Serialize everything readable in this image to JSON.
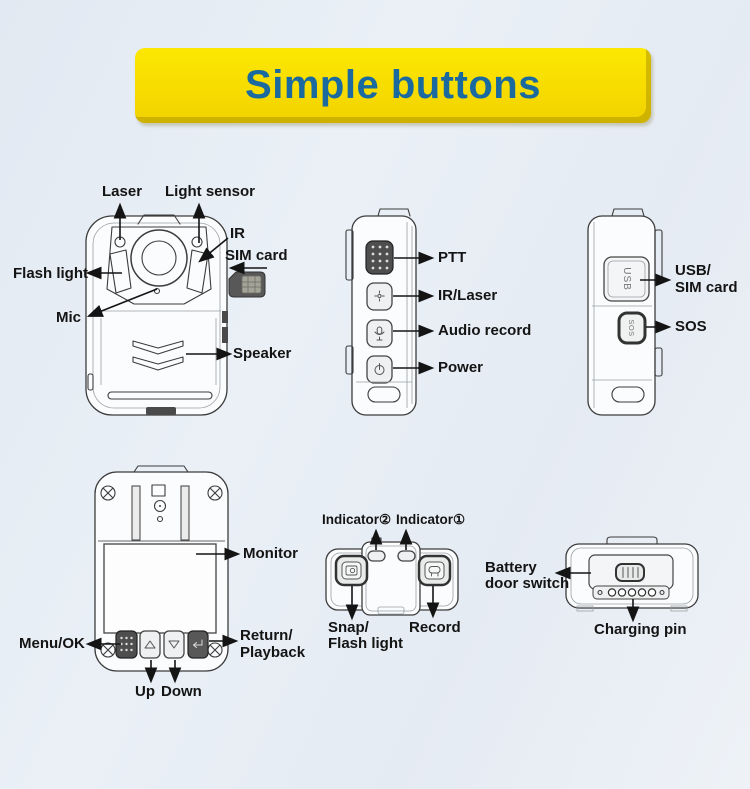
{
  "title": {
    "text": "Simple buttons"
  },
  "front_view": {
    "labels": {
      "laser": "Laser",
      "light_sensor": "Light sensor",
      "ir": "IR",
      "sim_card": "SIM card",
      "flash_light": "Flash light",
      "mic": "Mic",
      "speaker": "Speaker"
    }
  },
  "left_side_view": {
    "labels": {
      "ptt": "PTT",
      "ir_laser": "IR/Laser",
      "audio_record": "Audio record",
      "power": "Power"
    }
  },
  "right_side_view": {
    "labels": {
      "usb_sim_line1": "USB/",
      "usb_sim_line2": "SIM card",
      "sos": "SOS"
    },
    "engraving_usb": "USB",
    "engraving_sos": "SOS"
  },
  "back_view": {
    "labels": {
      "monitor": "Monitor",
      "menu_ok": "Menu/OK",
      "return_line1": "Return/",
      "return_line2": "Playback",
      "up": "Up",
      "down": "Down"
    }
  },
  "top_view": {
    "labels": {
      "indicator2": "Indicator②",
      "indicator1": "Indicator①",
      "snap_line1": "Snap/",
      "snap_line2": "Flash light",
      "record": "Record"
    }
  },
  "bottom_view": {
    "labels": {
      "battery_line1": "Battery",
      "battery_line2": "door switch",
      "charging_pin": "Charging pin"
    }
  },
  "colors": {
    "banner_bg": "#f7dc00",
    "banner_text": "#1a6a9f",
    "background": "#e8edf4",
    "line_art": "#3c3c3c",
    "label_text": "#141414"
  }
}
